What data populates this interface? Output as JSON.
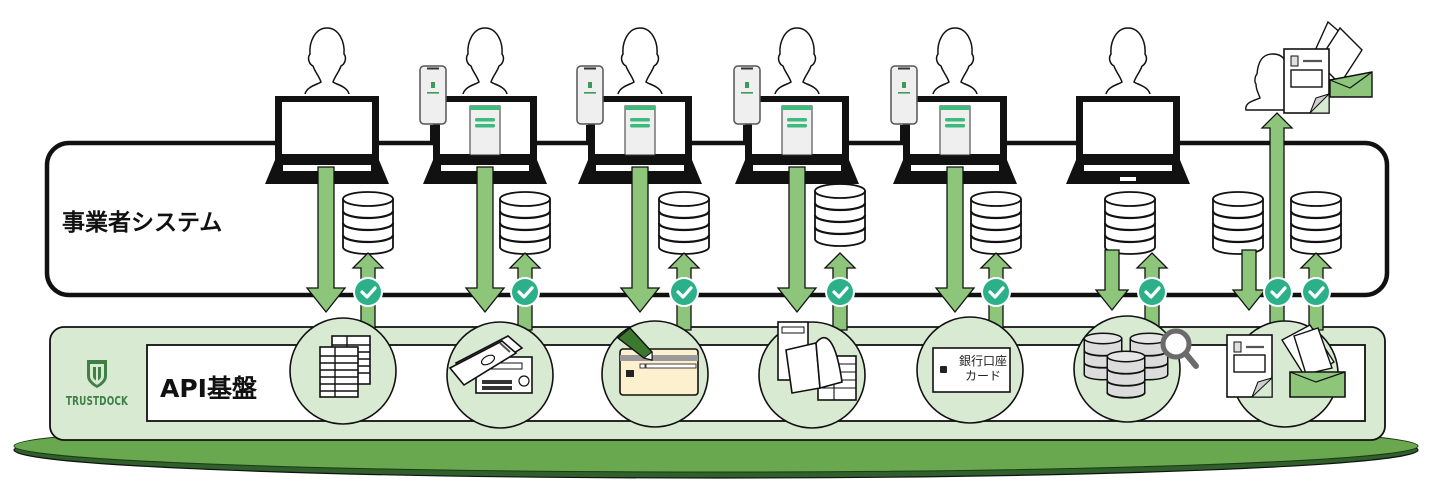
{
  "labels": {
    "business_system": "事業者システム",
    "api_platform": "API基盤",
    "brand": "TRUSTDOCK",
    "bank_card_line1": "銀行口座",
    "bank_card_line2": "カード"
  },
  "colors": {
    "arrow_green": "#8dc57b",
    "platform_light_green": "#d9ead3",
    "base_green": "#6aa84f",
    "base_dark_green": "#2f5f2a",
    "check_teal": "#2bb08a",
    "brand_green": "#3f7f48",
    "card_cream": "#fdf0cf",
    "pencil_green": "#3b7a2e"
  },
  "columns": [
    {
      "id": "document-sheets",
      "has_phone": false,
      "upload_icon": "document-sheets-icon",
      "flow": "down-up",
      "verified": true
    },
    {
      "id": "id-card-passport",
      "has_phone": true,
      "upload_icon": "id-card-passport-icon",
      "flow": "down-up",
      "verified": true
    },
    {
      "id": "credit-card-signature",
      "has_phone": true,
      "upload_icon": "credit-card-pencil-icon",
      "flow": "down-up",
      "verified": true
    },
    {
      "id": "residence-documents",
      "has_phone": true,
      "upload_icon": "documents-book-icon",
      "flow": "down-up",
      "verified": true
    },
    {
      "id": "bank-account-card",
      "has_phone": true,
      "upload_icon": "bank-card-icon",
      "flow": "down-up",
      "verified": true
    },
    {
      "id": "database-search",
      "has_phone": false,
      "upload_icon": "database-search-icon",
      "flow": "db-down-up",
      "verified": true
    },
    {
      "id": "mail-delivery",
      "has_phone": false,
      "upload_icon": "mail-documents-icon",
      "flow": "db-down-up-out",
      "verified": true
    }
  ]
}
